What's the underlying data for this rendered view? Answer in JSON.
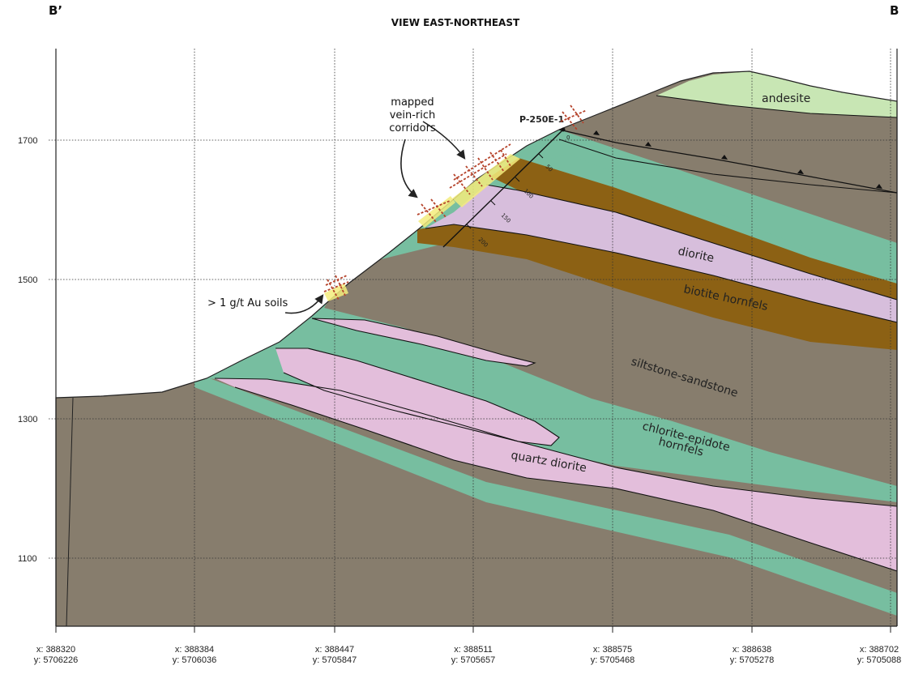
{
  "header": {
    "left_label": "B’",
    "title": "VIEW EAST-NORTHEAST",
    "right_label": "B"
  },
  "elevation_labels": [
    "1700",
    "1500",
    "1300",
    "1100"
  ],
  "coordinates": [
    {
      "x": "x: 388320",
      "y": "y: 5706226"
    },
    {
      "x": "x: 388384",
      "y": "y: 5706036"
    },
    {
      "x": "x: 388447",
      "y": "y: 5705847"
    },
    {
      "x": "x: 388511",
      "y": "y: 5705657"
    },
    {
      "x": "x: 388575",
      "y": "y: 5705468"
    },
    {
      "x": "x: 388638",
      "y": "y: 5705278"
    },
    {
      "x": "x: 388702",
      "y": "y: 5705088"
    }
  ],
  "units": {
    "andesite": "andesite",
    "diorite": "diorite",
    "biotite_hornfels": "biotite hornfels",
    "siltstone_sandstone": "siltstone-sandstone",
    "chlorite_epidote_line1": "chlorite-epidote",
    "chlorite_epidote_line2": "hornfels",
    "quartz_diorite": "quartz diorite"
  },
  "annotations": {
    "corridors_line1": "mapped",
    "corridors_line2": "vein-rich",
    "corridors_line3": "corridors",
    "soils": "> 1 g/t Au soils"
  },
  "drillhole": {
    "name": "P-250E-1",
    "depth_ticks": [
      "0",
      "50",
      "100",
      "150",
      "200"
    ]
  },
  "colors": {
    "siltstone_sandstone": "#877d6d",
    "chlorite_epidote_hornfels": "#77bea0",
    "quartz_diorite": "#e3bedb",
    "diorite": "#d7bedc",
    "biotite_hornfels": "#8c6114",
    "andesite": "#c8e6b4",
    "vein_highlight": "#f3ec7d",
    "vein_symbol": "#b5432b"
  }
}
